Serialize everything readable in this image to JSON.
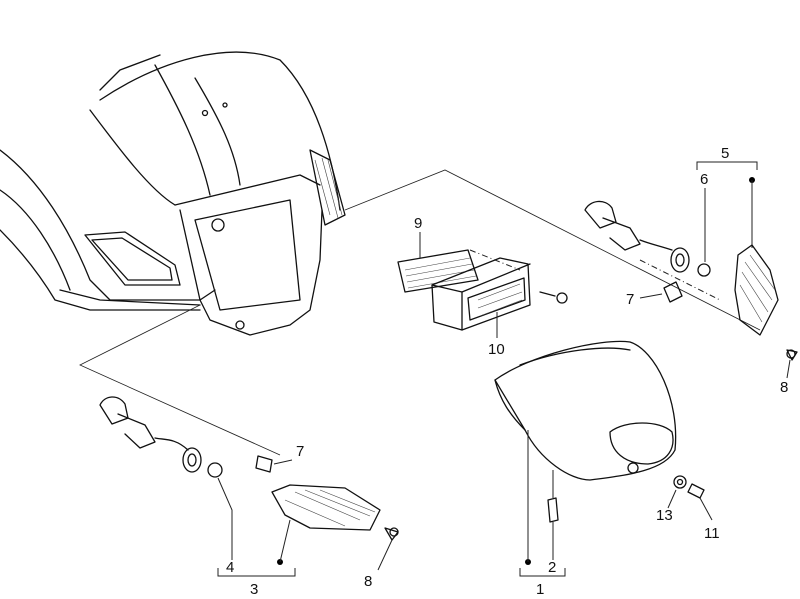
{
  "callouts": [
    {
      "id": "c1",
      "text": "1"
    },
    {
      "id": "c2",
      "text": "2"
    },
    {
      "id": "c3",
      "text": "3"
    },
    {
      "id": "c4",
      "text": "4"
    },
    {
      "id": "c5",
      "text": "5"
    },
    {
      "id": "c6",
      "text": "6"
    },
    {
      "id": "c7a",
      "text": "7"
    },
    {
      "id": "c7b",
      "text": "7"
    },
    {
      "id": "c8a",
      "text": "8"
    },
    {
      "id": "c8b",
      "text": "8"
    },
    {
      "id": "c9",
      "text": "9"
    },
    {
      "id": "c10",
      "text": "10"
    },
    {
      "id": "c11",
      "text": "11"
    },
    {
      "id": "c13",
      "text": "13"
    }
  ]
}
